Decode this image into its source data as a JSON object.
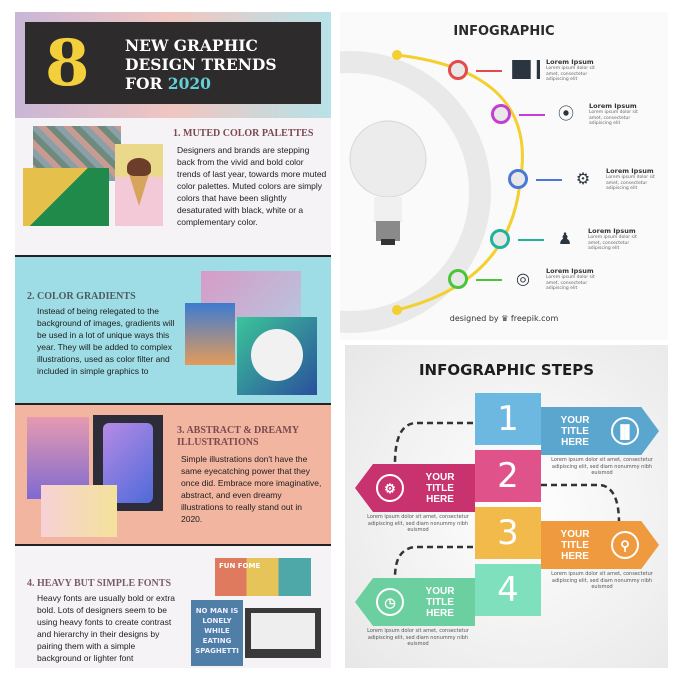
{
  "left_poster": {
    "number": "8",
    "title_line1": "NEW GRAPHIC",
    "title_line2": "DESIGN TRENDS",
    "title_for": "FOR",
    "title_year": "2020",
    "sections": [
      {
        "heading": "1. MUTED COLOR PALETTES",
        "body": "Designers and brands are stepping back from the vivid and bold color trends of last year, towards more muted color palettes. Muted colors are simply colors that have been slightly desaturated with black, white or a complementary color."
      },
      {
        "heading": "2. COLOR GRADIENTS",
        "body": "Instead of being relegated to the background of images, gradients will be used in a lot of unique ways this year. They will be added to complex illustrations, used as color filter and included in simple graphics to"
      },
      {
        "heading": "3. ABSTRACT & DREAMY ILLUSTRATIONS",
        "body": "Simple illustrations don't have the same eyecatching power that they once did. Embrace more imaginative, abstract, and even dreamy illustrations to really stand out in 2020."
      },
      {
        "heading": "4. HEAVY BUT SIMPLE FONTS",
        "body": "Heavy fonts are usually bold or extra bold. Lots of designers seem to be using heavy fonts to create contrast and hierarchy in their designs by pairing them with a simple background or lighter font"
      }
    ],
    "poster_text_1": "NO MAN IS LONELY WHILE EATING SPAGHETTI",
    "poster_text_2": "FUN FOME"
  },
  "infographic": {
    "title": "INFOGRAPHIC",
    "items": [
      {
        "title": "Lorem Ipsum",
        "body": "Lorem ipsum dolor sit amet, consectetur adipiscing elit",
        "icon": "bar-chart-icon",
        "color": "#e34b4b"
      },
      {
        "title": "Lorem Ipsum",
        "body": "Lorem ipsum dolor sit amet, consectetur adipiscing elit",
        "icon": "map-pin-icon",
        "color": "#c33fd1"
      },
      {
        "title": "Lorem Ipsum",
        "body": "Lorem ipsum dolor sit amet, consectetur adipiscing elit",
        "icon": "gears-icon",
        "color": "#4a78d8"
      },
      {
        "title": "Lorem Ipsum",
        "body": "Lorem ipsum dolor sit amet, consectetur adipiscing elit",
        "icon": "users-icon",
        "color": "#1fb39b"
      },
      {
        "title": "Lorem Ipsum",
        "body": "Lorem ipsum dolor sit amet, consectetur adipiscing elit",
        "icon": "target-icon",
        "color": "#4cc43a"
      }
    ],
    "credit": "designed by ♛ freepik.com"
  },
  "steps": {
    "title": "INFOGRAPHIC STEPS",
    "items": [
      {
        "number": "1",
        "title": "YOUR TITLE HERE",
        "body": "Lorem ipsum dolor sit amet, consectetur adipiscing elit, sed diam nonummy nibh euismod",
        "color": "#5aa6cf",
        "num_color": "#6db8e0",
        "icon": "chart-icon"
      },
      {
        "number": "2",
        "title": "YOUR TITLE HERE",
        "body": "Lorem ipsum dolor sit amet, consectetur adipiscing elit, sed diam nonummy nibh euismod",
        "color": "#c8336f",
        "num_color": "#e0538a",
        "icon": "gear-icon"
      },
      {
        "number": "3",
        "title": "YOUR TITLE HERE",
        "body": "Lorem ipsum dolor sit amet, consectetur adipiscing elit, sed diam nonummy nibh euismod",
        "color": "#ef9a3e",
        "num_color": "#f2b94b",
        "icon": "search-icon"
      },
      {
        "number": "4",
        "title": "YOUR TITLE HERE",
        "body": "Lorem ipsum dolor sit amet, consectetur adipiscing elit, sed diam nonummy nibh euismod",
        "color": "#6ccf9f",
        "num_color": "#7fe0bd",
        "icon": "clock-icon"
      }
    ]
  }
}
